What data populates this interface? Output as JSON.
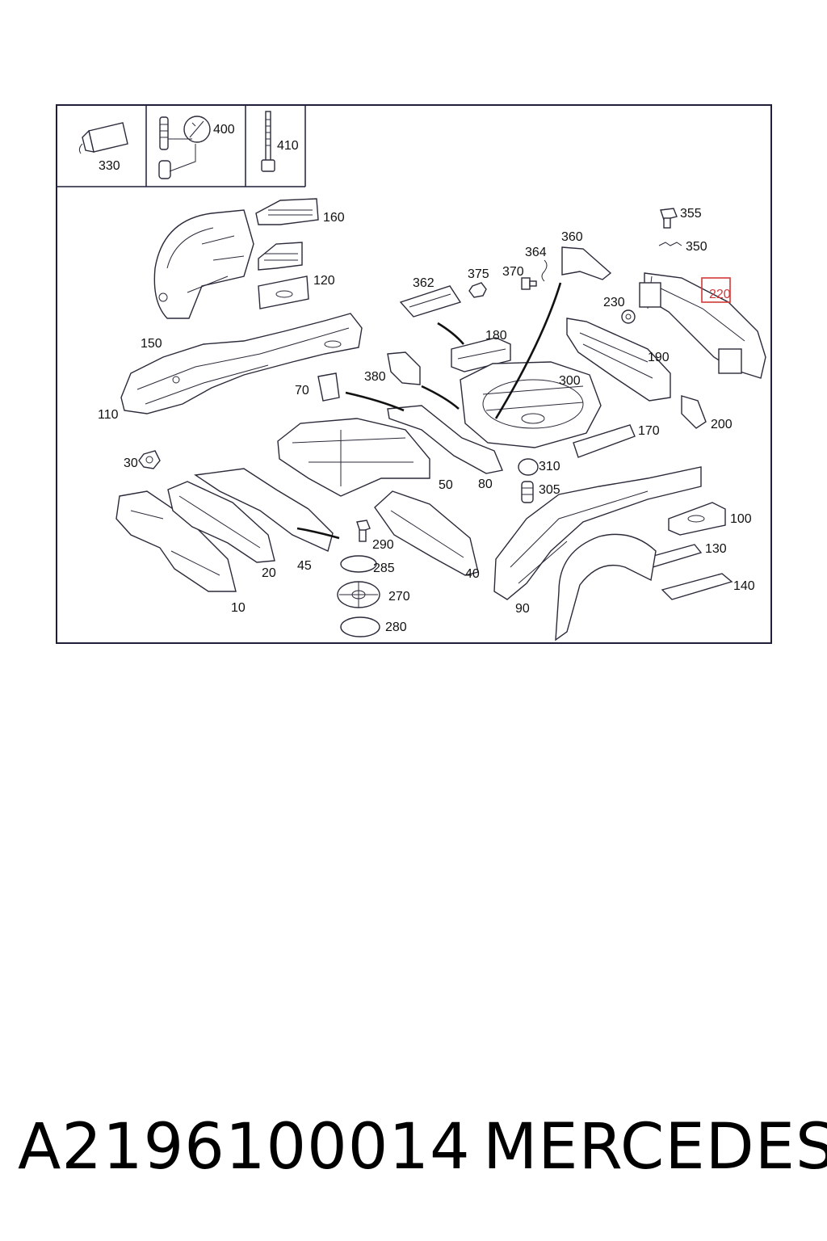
{
  "labels": {
    "l330": "330",
    "l400": "400",
    "l410": "410",
    "l160": "160",
    "l120": "120",
    "l150": "150",
    "l110": "110",
    "l362": "362",
    "l375": "375",
    "l370": "370",
    "l364": "364",
    "l360": "360",
    "l355": "355",
    "l350": "350",
    "l220": "220",
    "l230": "230",
    "l180": "180",
    "l380": "380",
    "l70": "70",
    "l300": "300",
    "l190": "190",
    "l200": "200",
    "l170": "170",
    "l30": "30",
    "l310": "310",
    "l305": "305",
    "l50": "50",
    "l80": "80",
    "l100": "100",
    "l130": "130",
    "l140": "140",
    "l290": "290",
    "l285": "285",
    "l270": "270",
    "l280": "280",
    "l45": "45",
    "l20": "20",
    "l40": "40",
    "l90": "90",
    "l10": "10"
  },
  "highlighted_part": "220",
  "caption": {
    "part_number": "A2196100014",
    "brand": "MERCEDES"
  },
  "colors": {
    "frame": "#1f1f3a",
    "highlight": "#d23a3a",
    "line": "#2a2a3a"
  }
}
